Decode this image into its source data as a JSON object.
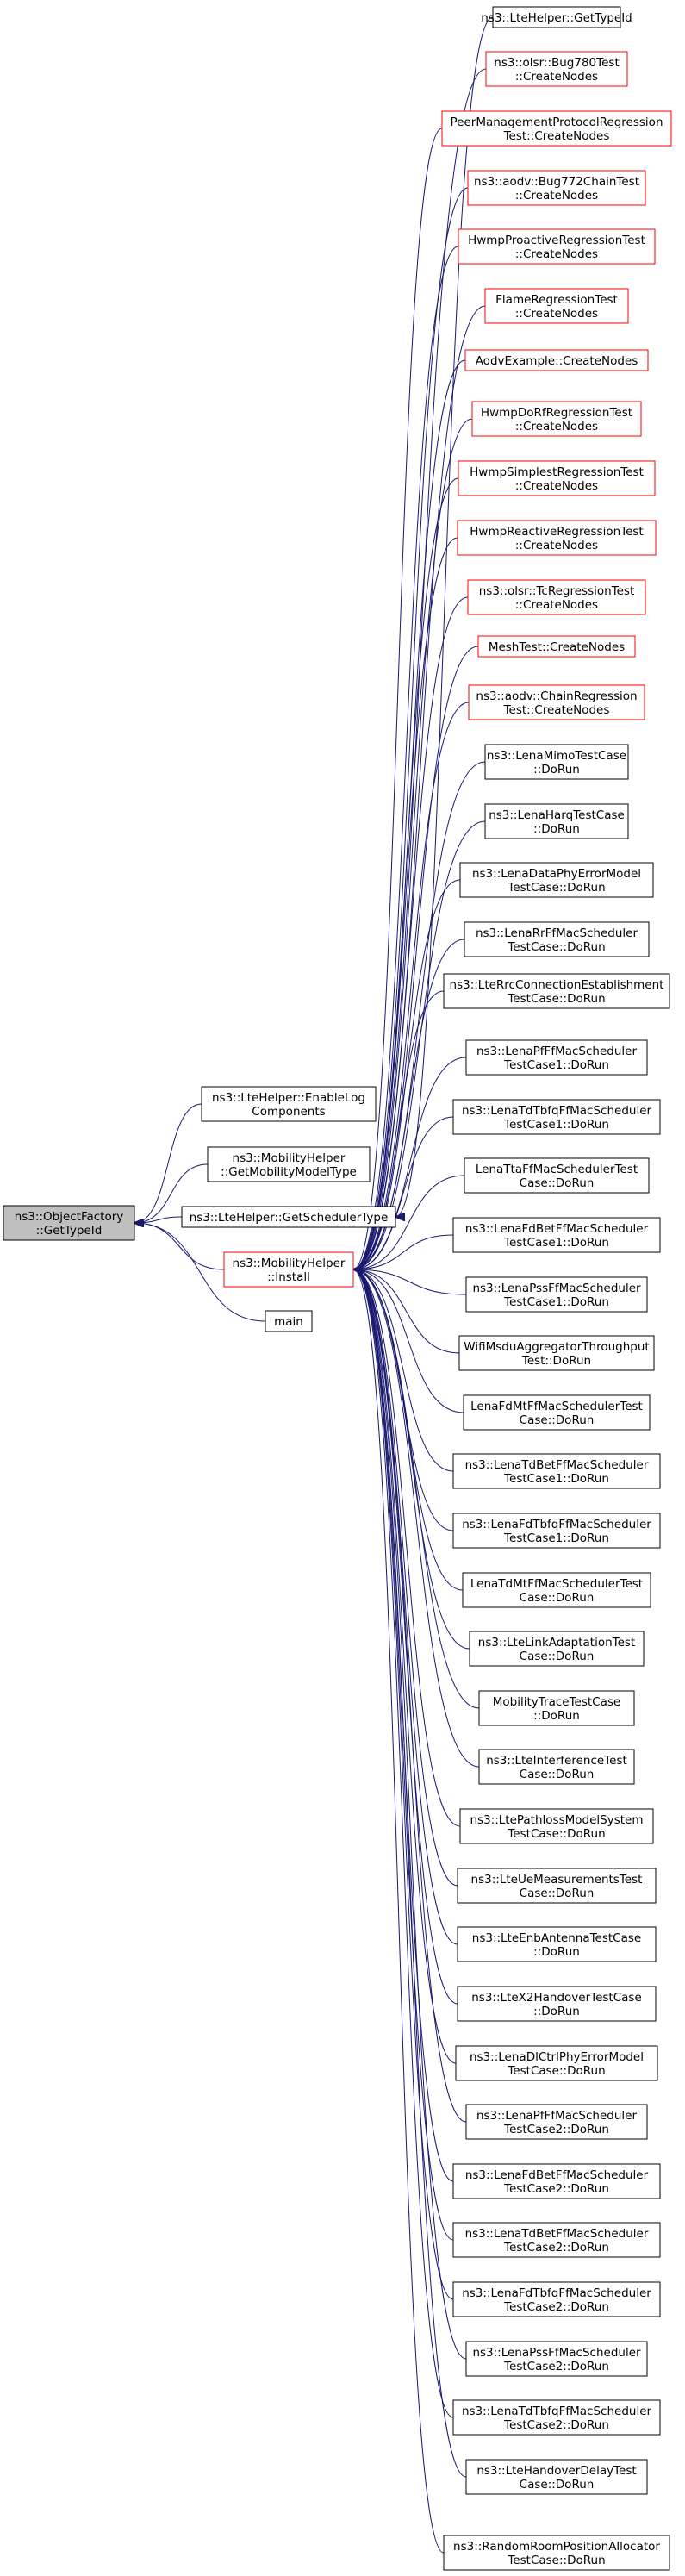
{
  "colors": {
    "edge": "#191970",
    "border_normal": "#000000",
    "border_highlight": "#ff0000",
    "root_fill": "#bfbfbf",
    "node_fill": "#ffffff"
  },
  "graph": {
    "root": {
      "id": "root",
      "lines": [
        "ns3::ObjectFactory",
        "::GetTypeId"
      ]
    },
    "callers": [
      {
        "id": "c0",
        "lines": [
          "ns3::LteHelper::EnableLog",
          "Components"
        ],
        "highlight": false
      },
      {
        "id": "c1",
        "lines": [
          "ns3::MobilityHelper",
          "::GetMobilityModelType"
        ],
        "highlight": false
      },
      {
        "id": "c2",
        "lines": [
          "ns3::LteHelper::GetSchedulerType"
        ],
        "highlight": false
      },
      {
        "id": "c3",
        "lines": [
          "ns3::MobilityHelper",
          "::Install"
        ],
        "highlight": true
      },
      {
        "id": "c4",
        "lines": [
          "main"
        ],
        "highlight": false
      }
    ],
    "level2": [
      {
        "id": "r0",
        "lines": [
          "ns3::LteHelper::GetTypeId"
        ],
        "highlight": false,
        "from": "c2"
      },
      {
        "id": "r1",
        "lines": [
          "ns3::olsr::Bug780Test",
          "::CreateNodes"
        ],
        "highlight": true,
        "from": "c3"
      },
      {
        "id": "r2",
        "lines": [
          "PeerManagementProtocolRegression",
          "Test::CreateNodes"
        ],
        "highlight": true,
        "from": "c3"
      },
      {
        "id": "r3",
        "lines": [
          "ns3::aodv::Bug772ChainTest",
          "::CreateNodes"
        ],
        "highlight": true,
        "from": "c3"
      },
      {
        "id": "r4",
        "lines": [
          "HwmpProactiveRegressionTest",
          "::CreateNodes"
        ],
        "highlight": true,
        "from": "c3"
      },
      {
        "id": "r5",
        "lines": [
          "FlameRegressionTest",
          "::CreateNodes"
        ],
        "highlight": true,
        "from": "c3"
      },
      {
        "id": "r6",
        "lines": [
          "AodvExample::CreateNodes"
        ],
        "highlight": true,
        "from": "c3"
      },
      {
        "id": "r7",
        "lines": [
          "HwmpDoRfRegressionTest",
          "::CreateNodes"
        ],
        "highlight": true,
        "from": "c3"
      },
      {
        "id": "r8",
        "lines": [
          "HwmpSimplestRegressionTest",
          "::CreateNodes"
        ],
        "highlight": true,
        "from": "c3"
      },
      {
        "id": "r9",
        "lines": [
          "HwmpReactiveRegressionTest",
          "::CreateNodes"
        ],
        "highlight": true,
        "from": "c3"
      },
      {
        "id": "r10",
        "lines": [
          "ns3::olsr::TcRegressionTest",
          "::CreateNodes"
        ],
        "highlight": true,
        "from": "c3"
      },
      {
        "id": "r11",
        "lines": [
          "MeshTest::CreateNodes"
        ],
        "highlight": true,
        "from": "c3"
      },
      {
        "id": "r12",
        "lines": [
          "ns3::aodv::ChainRegression",
          "Test::CreateNodes"
        ],
        "highlight": true,
        "from": "c3"
      },
      {
        "id": "r13",
        "lines": [
          "ns3::LenaMimoTestCase",
          "::DoRun"
        ],
        "highlight": false,
        "from": "c3"
      },
      {
        "id": "r14",
        "lines": [
          "ns3::LenaHarqTestCase",
          "::DoRun"
        ],
        "highlight": false,
        "from": "c3"
      },
      {
        "id": "r15",
        "lines": [
          "ns3::LenaDataPhyErrorModel",
          "TestCase::DoRun"
        ],
        "highlight": false,
        "from": "c3"
      },
      {
        "id": "r16",
        "lines": [
          "ns3::LenaRrFfMacScheduler",
          "TestCase::DoRun"
        ],
        "highlight": false,
        "from": "c3"
      },
      {
        "id": "r17",
        "lines": [
          "ns3::LteRrcConnectionEstablishment",
          "TestCase::DoRun"
        ],
        "highlight": false,
        "from": "c3"
      },
      {
        "id": "r18",
        "lines": [
          "ns3::LenaPfFfMacScheduler",
          "TestCase1::DoRun"
        ],
        "highlight": false,
        "from": "c3"
      },
      {
        "id": "r19",
        "lines": [
          "ns3::LenaTdTbfqFfMacScheduler",
          "TestCase1::DoRun"
        ],
        "highlight": false,
        "from": "c3"
      },
      {
        "id": "r20",
        "lines": [
          "LenaTtaFfMacSchedulerTest",
          "Case::DoRun"
        ],
        "highlight": false,
        "from": "c3"
      },
      {
        "id": "r21",
        "lines": [
          "ns3::LenaFdBetFfMacScheduler",
          "TestCase1::DoRun"
        ],
        "highlight": false,
        "from": "c3"
      },
      {
        "id": "r22",
        "lines": [
          "ns3::LenaPssFfMacScheduler",
          "TestCase1::DoRun"
        ],
        "highlight": false,
        "from": "c3"
      },
      {
        "id": "r23",
        "lines": [
          "WifiMsduAggregatorThroughput",
          "Test::DoRun"
        ],
        "highlight": false,
        "from": "c3"
      },
      {
        "id": "r24",
        "lines": [
          "LenaFdMtFfMacSchedulerTest",
          "Case::DoRun"
        ],
        "highlight": false,
        "from": "c3"
      },
      {
        "id": "r25",
        "lines": [
          "ns3::LenaTdBetFfMacScheduler",
          "TestCase1::DoRun"
        ],
        "highlight": false,
        "from": "c3"
      },
      {
        "id": "r26",
        "lines": [
          "ns3::LenaFdTbfqFfMacScheduler",
          "TestCase1::DoRun"
        ],
        "highlight": false,
        "from": "c3"
      },
      {
        "id": "r27",
        "lines": [
          "LenaTdMtFfMacSchedulerTest",
          "Case::DoRun"
        ],
        "highlight": false,
        "from": "c3"
      },
      {
        "id": "r28",
        "lines": [
          "ns3::LteLinkAdaptationTest",
          "Case::DoRun"
        ],
        "highlight": false,
        "from": "c3"
      },
      {
        "id": "r29",
        "lines": [
          "MobilityTraceTestCase",
          "::DoRun"
        ],
        "highlight": false,
        "from": "c3"
      },
      {
        "id": "r30",
        "lines": [
          "ns3::LteInterferenceTest",
          "Case::DoRun"
        ],
        "highlight": false,
        "from": "c3"
      },
      {
        "id": "r31",
        "lines": [
          "ns3::LtePathlossModelSystem",
          "TestCase::DoRun"
        ],
        "highlight": false,
        "from": "c3"
      },
      {
        "id": "r32",
        "lines": [
          "ns3::LteUeMeasurementsTest",
          "Case::DoRun"
        ],
        "highlight": false,
        "from": "c3"
      },
      {
        "id": "r33",
        "lines": [
          "ns3::LteEnbAntennaTestCase",
          "::DoRun"
        ],
        "highlight": false,
        "from": "c3"
      },
      {
        "id": "r34",
        "lines": [
          "ns3::LteX2HandoverTestCase",
          "::DoRun"
        ],
        "highlight": false,
        "from": "c3"
      },
      {
        "id": "r35",
        "lines": [
          "ns3::LenaDlCtrlPhyErrorModel",
          "TestCase::DoRun"
        ],
        "highlight": false,
        "from": "c3"
      },
      {
        "id": "r36",
        "lines": [
          "ns3::LenaPfFfMacScheduler",
          "TestCase2::DoRun"
        ],
        "highlight": false,
        "from": "c3"
      },
      {
        "id": "r37",
        "lines": [
          "ns3::LenaFdBetFfMacScheduler",
          "TestCase2::DoRun"
        ],
        "highlight": false,
        "from": "c3"
      },
      {
        "id": "r38",
        "lines": [
          "ns3::LenaTdBetFfMacScheduler",
          "TestCase2::DoRun"
        ],
        "highlight": false,
        "from": "c3"
      },
      {
        "id": "r39",
        "lines": [
          "ns3::LenaFdTbfqFfMacScheduler",
          "TestCase2::DoRun"
        ],
        "highlight": false,
        "from": "c3"
      },
      {
        "id": "r40",
        "lines": [
          "ns3::LenaPssFfMacScheduler",
          "TestCase2::DoRun"
        ],
        "highlight": false,
        "from": "c3"
      },
      {
        "id": "r41",
        "lines": [
          "ns3::LenaTdTbfqFfMacScheduler",
          "TestCase2::DoRun"
        ],
        "highlight": false,
        "from": "c3"
      },
      {
        "id": "r42",
        "lines": [
          "ns3::LteHandoverDelayTest",
          "Case::DoRun"
        ],
        "highlight": false,
        "from": "c3"
      },
      {
        "id": "r43",
        "lines": [
          "ns3::RandomRoomPositionAllocator",
          "TestCase::DoRun"
        ],
        "highlight": false,
        "from": "c3"
      }
    ]
  }
}
